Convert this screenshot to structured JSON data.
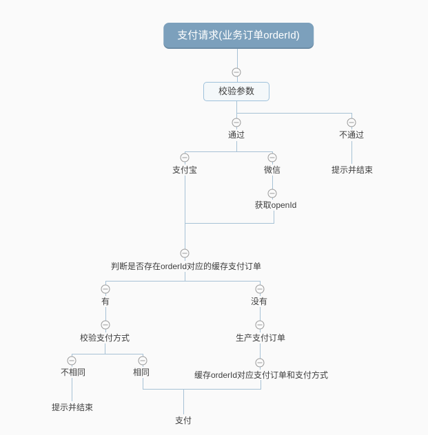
{
  "nodes": {
    "root": "支付请求(业务订单orderId)",
    "validate_params": "校验参数",
    "pass": "通过",
    "fail": "不通过",
    "fail_end": "提示并结束",
    "alipay": "支付宝",
    "wechat": "微信",
    "get_openid": "获取openId",
    "check_cache": "判断是否存在orderId对应的缓存支付订单",
    "has_cache": "有",
    "no_cache": "没有",
    "verify_pay_method": "校验支付方式",
    "create_pay_order": "生产支付订单",
    "not_same": "不相同",
    "same": "相同",
    "cache_order": "缓存orderId对应支付订单和支付方式",
    "not_same_end": "提示并结束",
    "pay": "支付"
  },
  "icons": {
    "collapse": "minus-circle"
  },
  "colors": {
    "canvas_bg": "#FAFAFA",
    "root_bg": "#7CA0BC",
    "root_text": "#FFFFFF",
    "connector": "#A6C1D5",
    "box_border": "#9EC1DB",
    "box_bg": "#F4F8FA",
    "label_text": "#3D3D3D",
    "collapse_border": "#9A9A9A"
  }
}
